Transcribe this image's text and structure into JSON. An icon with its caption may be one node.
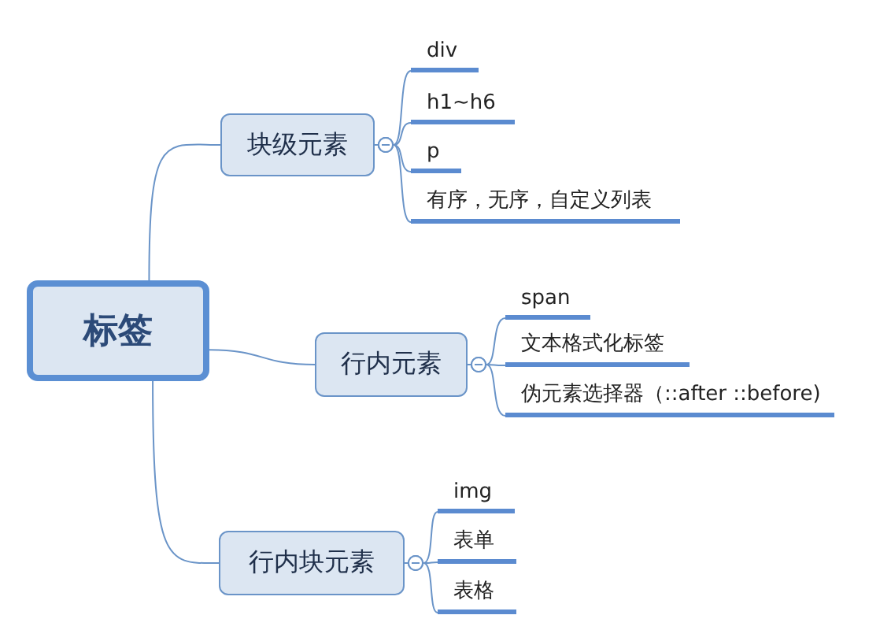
{
  "diagram": {
    "nodes": [
      {
        "text": [
          "标签"
        ]
      },
      {
        "text": [
          "块级元素"
        ]
      },
      {
        "text": [
          "div"
        ]
      },
      {
        "text": [
          "h1~h6"
        ]
      },
      {
        "text": [
          "p"
        ]
      },
      {
        "text": [
          "有序，无序，自定义列表"
        ]
      },
      {
        "text": [
          "行内元素"
        ]
      },
      {
        "text": [
          "span"
        ]
      },
      {
        "text": [
          "文本格式化标签"
        ]
      },
      {
        "text": [
          "伪元素选择器（::after ::before)"
        ]
      },
      {
        "text": [
          "行内块元素"
        ]
      },
      {
        "text": [
          "img"
        ]
      },
      {
        "text": [
          "表单"
        ]
      },
      {
        "text": [
          "表格"
        ]
      }
    ],
    "edges": [
      {
        "from": 0,
        "to": 1,
        "arrow": "none"
      },
      {
        "from": 1,
        "to": 2,
        "arrow": "other"
      },
      {
        "from": 1,
        "to": 3,
        "arrow": "other"
      },
      {
        "from": 1,
        "to": 4,
        "arrow": "other"
      },
      {
        "from": 1,
        "to": 5,
        "arrow": "other"
      },
      {
        "from": 0,
        "to": 6,
        "arrow": "none"
      },
      {
        "from": 6,
        "to": 7,
        "arrow": "other"
      },
      {
        "from": 6,
        "to": 8,
        "arrow": "other"
      },
      {
        "from": 6,
        "to": 9,
        "arrow": "other"
      },
      {
        "from": 0,
        "to": 10,
        "arrow": "none"
      },
      {
        "from": 10,
        "to": 11,
        "arrow": "other"
      },
      {
        "from": 10,
        "to": 12,
        "arrow": "other"
      },
      {
        "from": 10,
        "to": 13,
        "arrow": "other"
      }
    ]
  }
}
